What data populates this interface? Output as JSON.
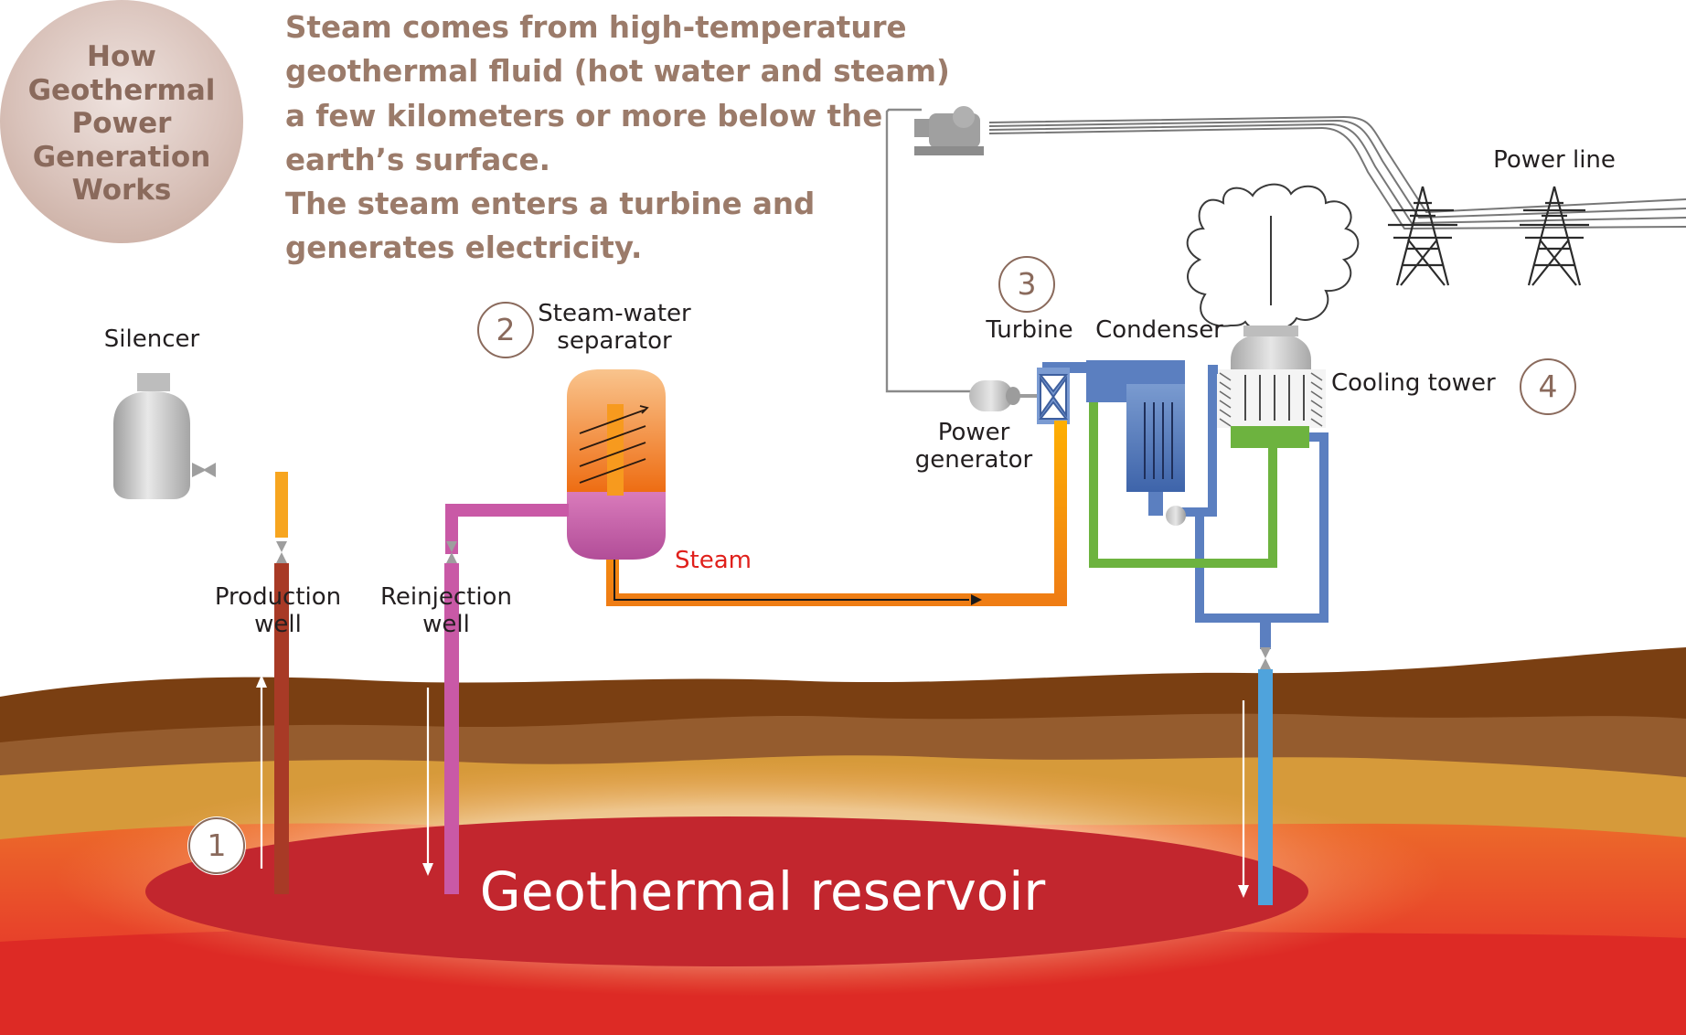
{
  "title": "How Geothermal Power Generation Works",
  "title_lines": [
    "How",
    "Geothermal",
    "Power",
    "Generation",
    "Works"
  ],
  "intro_lines": [
    "Steam comes from high-temperature",
    "geothermal fluid (hot water and steam)",
    "a few kilometers or more below the",
    "earth’s surface.",
    "The steam enters a turbine and",
    "generates electricity."
  ],
  "labels": {
    "silencer": "Silencer",
    "separator": [
      "Steam-water",
      "separator"
    ],
    "turbine": "Turbine",
    "condenser": "Condenser",
    "cooling_tower": "Cooling tower",
    "power_line": "Power line",
    "power_generator": [
      "Power",
      "generator"
    ],
    "production_well": [
      "Production",
      "well"
    ],
    "reinjection_well": [
      "Reinjection",
      "well"
    ],
    "steam": "Steam",
    "reservoir": "Geothermal reservoir"
  },
  "steps": [
    "1",
    "2",
    "3",
    "4"
  ],
  "colors": {
    "title_text": "#8a6a5c",
    "intro_text": "#9b7b6a",
    "steam_label": "#e0201b",
    "steam_pipe": "#f08a1c",
    "reinjection_pipe": "#c959a6",
    "production_pipe": "#a83a26",
    "cooling_water": "#5b7fc0",
    "green_pipe": "#6db33f",
    "reinjection_down": "#4fa3dc",
    "reservoir": "#c2262e"
  }
}
